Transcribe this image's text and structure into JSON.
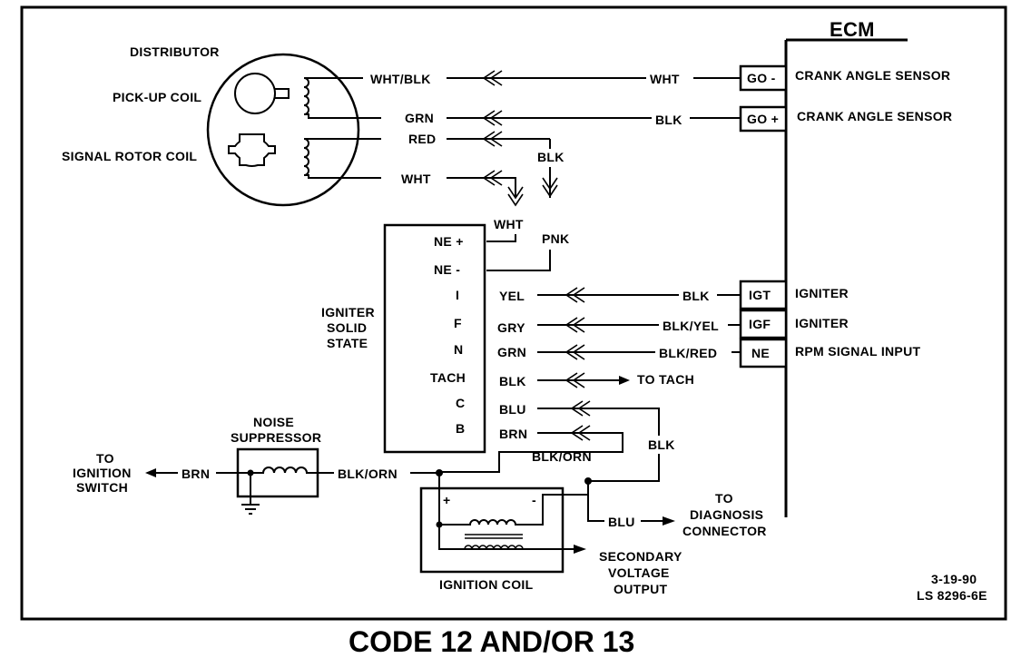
{
  "caption": "CODE 12 AND/OR 13",
  "ecm_label": "ECM",
  "date_code": "3-19-90",
  "ref_code": "LS 8296-6E",
  "distributor": {
    "title": "DISTRIBUTOR",
    "pickup_coil": "PICK-UP COIL",
    "signal_rotor_coil": "SIGNAL ROTOR COIL"
  },
  "ecm_terminals": [
    {
      "pin": "GO -",
      "desc": "CRANK ANGLE SENSOR",
      "wire": "WHT",
      "dist_wire": "WHT/BLK"
    },
    {
      "pin": "GO +",
      "desc": "CRANK ANGLE SENSOR",
      "wire": "BLK",
      "dist_wire": "GRN"
    },
    {
      "pin": "IGT",
      "desc": "IGNITER",
      "wire": "BLK",
      "igniter_wire": "YEL"
    },
    {
      "pin": "IGF",
      "desc": "IGNITER",
      "wire": "BLK/YEL",
      "igniter_wire": "GRY"
    },
    {
      "pin": "NE",
      "desc": "RPM SIGNAL INPUT",
      "wire": "BLK/RED",
      "igniter_wire": "GRN"
    }
  ],
  "igniter": {
    "label_lines": [
      "IGNITER",
      "SOLID",
      "STATE"
    ],
    "pins": [
      "NE +",
      "NE -",
      "I",
      "F",
      "N",
      "TACH",
      "C",
      "B"
    ]
  },
  "wires": {
    "red": "RED",
    "wht_rotor": "WHT",
    "blk_rotor": "BLK",
    "wht_to_ne": "WHT",
    "pnk": "PNK",
    "tach_blk": "BLK",
    "to_tach": "TO TACH",
    "blu": "BLU",
    "brn": "BRN",
    "blk_coil": "BLK",
    "blk_orn_b": "BLK/ORN",
    "blk_orn_main": "BLK/ORN",
    "brn_switch": "BRN",
    "blu_diag": "BLU"
  },
  "noise_suppressor": [
    "NOISE",
    "SUPPRESSOR"
  ],
  "to_ignition_switch": [
    "TO",
    "IGNITION",
    "SWITCH"
  ],
  "to_diagnosis": [
    "TO",
    "DIAGNOSIS",
    "CONNECTOR"
  ],
  "ignition_coil": "IGNITION COIL",
  "coil_plus": "+",
  "coil_minus": "-",
  "secondary": [
    "SECONDARY",
    "VOLTAGE",
    "OUTPUT"
  ]
}
